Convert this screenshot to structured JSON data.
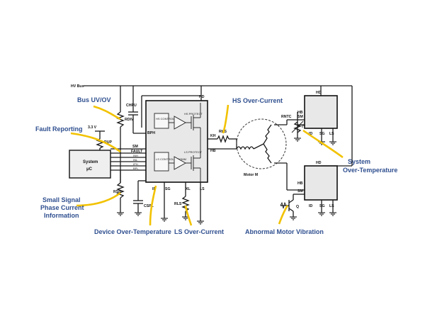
{
  "callouts": {
    "bus_uvov": "Bus UV/OV",
    "fault_reporting": "Fault Reporting",
    "small_signal_line1": "Small Signal",
    "small_signal_line2": "Phase Current",
    "small_signal_line3": "Information",
    "device_ot": "Device Over-Temperature",
    "ls_oc": "LS Over-Current",
    "hs_oc": "HS Over-Current",
    "system_ot_line1": "System",
    "system_ot_line2": "Over-Temperature",
    "abnormal_vibration": "Abnormal Motor Vibration"
  },
  "labels": {
    "hv_bus": "HV Bus",
    "v33": "3.3 V",
    "rdiv": "RDIV",
    "rup": "RUP",
    "rsh": "RSH",
    "rhs": "RHS",
    "rls": "RLS",
    "rntc": "RNTC",
    "chpu": "CHPU",
    "cspl": "CSPL",
    "system": "System",
    "uc": "μC",
    "sm": "SM",
    "fault": "FAULT",
    "inh": "INH",
    "inl": "INL",
    "iph": "IPH",
    "bph": "BPH",
    "bpl": "BPL",
    "hd": "HD",
    "hb": "HB",
    "kh": "KH",
    "xl": "XL",
    "ls": "LS",
    "id": "ID",
    "sg": "SG",
    "hs_control": "HS CONTROL",
    "hs_protect": "HS PROTECT",
    "ls_control": "LS CONTROL & COMM",
    "ls_protect": "LS PROTECT",
    "motor": "Motor M",
    "q": "Q",
    "t_deg": "t°"
  }
}
